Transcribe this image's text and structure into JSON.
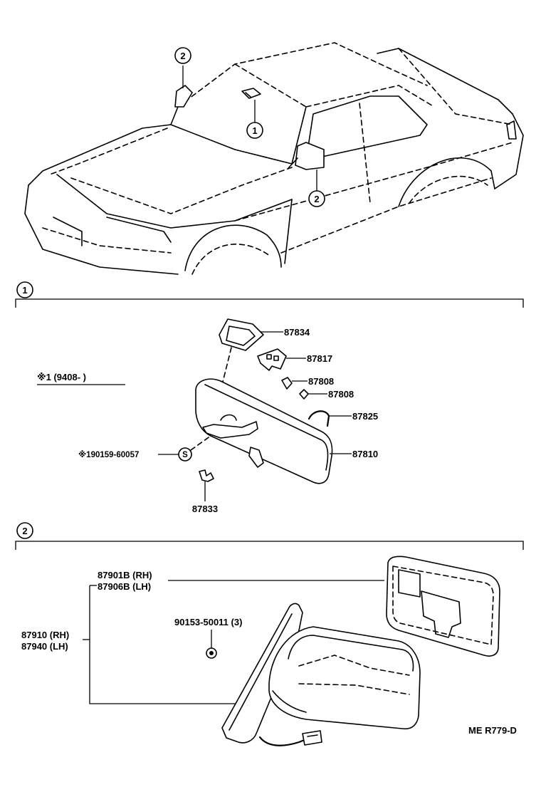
{
  "callouts": {
    "one": "1",
    "two": "2"
  },
  "section1": {
    "number": "1",
    "parts": {
      "p87834": "87834",
      "p87817": "87817",
      "p87808a": "87808",
      "p87808b": "87808",
      "p87825": "87825",
      "p87810": "87810",
      "p87833": "87833",
      "screw": "※190159-60057",
      "screw_symbol": "S"
    },
    "note": "※1 (9408-        )"
  },
  "section2": {
    "number": "2",
    "parts": {
      "mirror_rh": "87901B (RH)",
      "mirror_lh": "87906B (LH)",
      "outer_rh": "87910 (RH)",
      "outer_lh": "87940 (LH)",
      "screw": "90153-50011 (3)"
    }
  },
  "footer": {
    "code": "ME  R779-D"
  }
}
